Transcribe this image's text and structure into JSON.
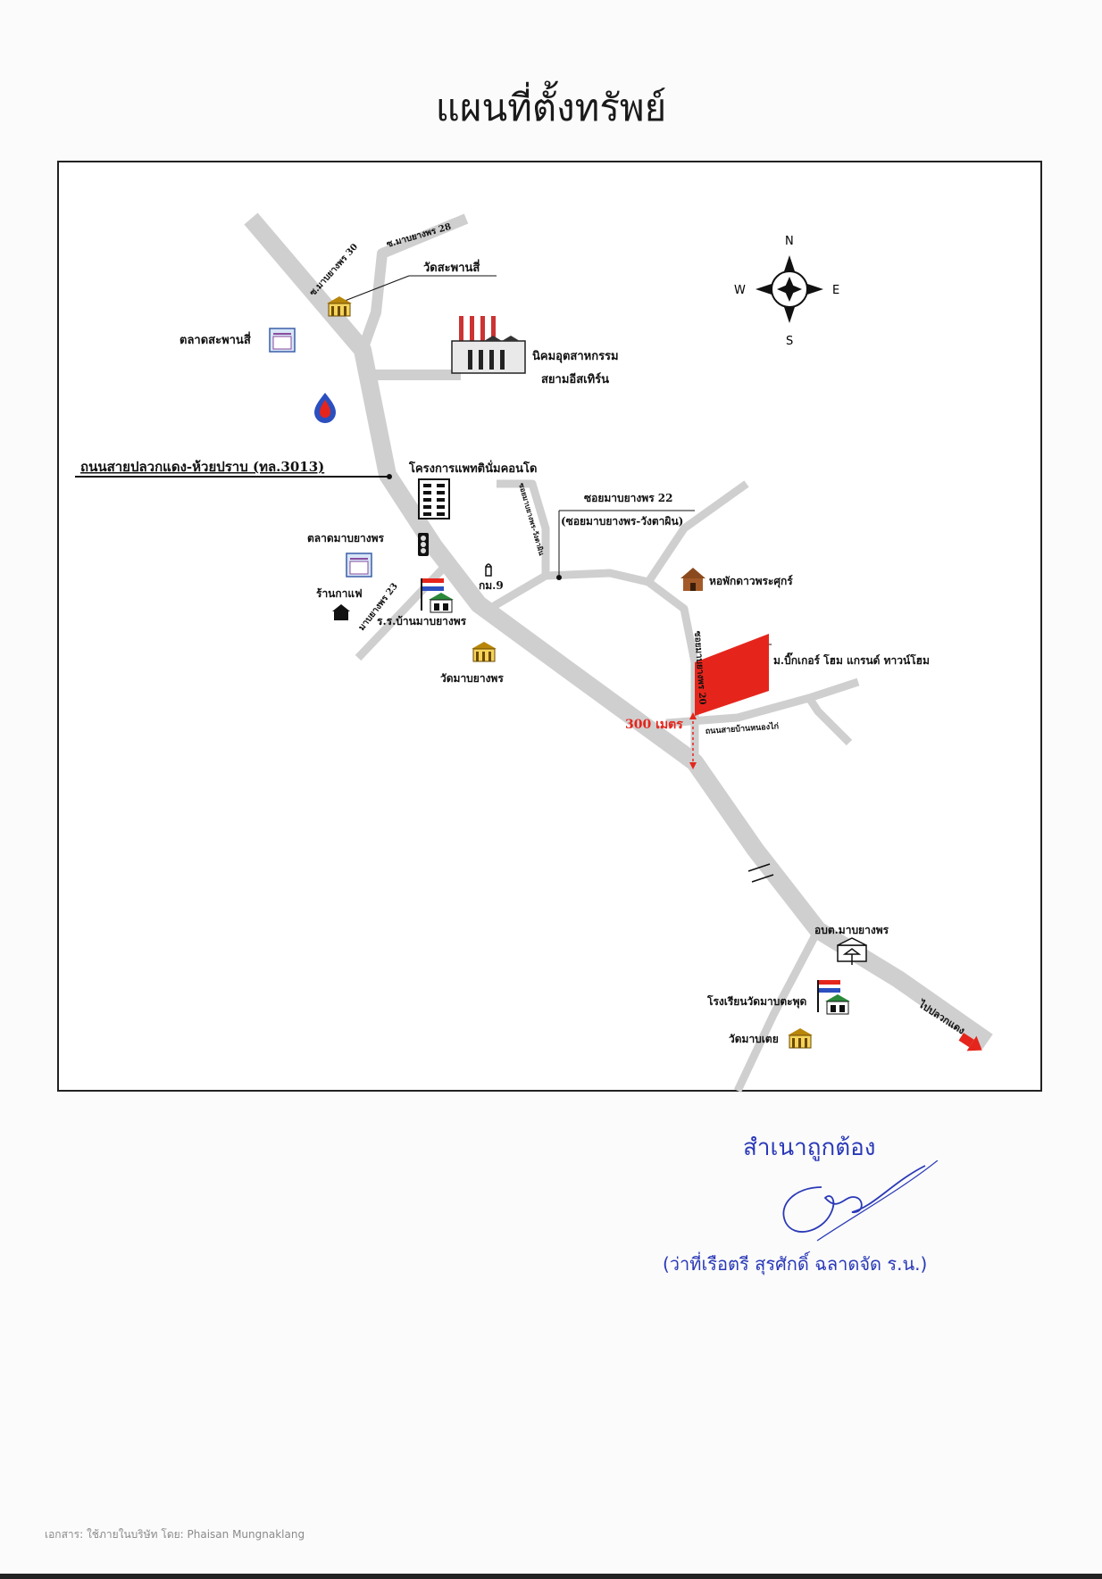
{
  "page": {
    "title": "แผนที่ตั้งทรัพย์"
  },
  "compass": {
    "n": "N",
    "s": "S",
    "e": "E",
    "w": "W"
  },
  "roads": {
    "soi_30": "ซ.มาบยางพร 30",
    "soi_28": "ซ.มาบยางพร 28",
    "main_road": "ถนนสายปลวกแดง-ห้วยปราบ (ทล.3013)",
    "soi_22": "ซอยมาบยางพร 22",
    "soi_22_alt": "(ซอยมาบยางพร-วังตาผิน)",
    "soi_23": "มาบยางพร 23",
    "soi_20": "ซอยมาบยางพร 20",
    "nong_kai": "ถนนสายบ้านหนองไก่",
    "small_road": "ซอยมาบยางพร-วังตาผิน",
    "to_pluak_daeng": "ไปปลวกแดง",
    "distance": "300 เมตร"
  },
  "places": {
    "wat_saphan_si": "วัดสะพานสี่",
    "talat_saphan_si": "ตลาดสะพานสี่",
    "industrial_estate_1": "นิคมอุตสาหกรรม",
    "industrial_estate_2": "สยามอีสเทิร์น",
    "condo_project": "โครงการแพทตินั่มคอนโด",
    "talat_map_yang_phon": "ตลาดมาบยางพร",
    "cafe": "ร้านกาแฟ",
    "km9": "กม.9",
    "school_map_yang_phon": "ร.ร.บ้านมาบยางพร",
    "wat_map_yang_phon": "วัดมาบยางพร",
    "dorm": "หอพักดาวพระศุกร์",
    "property": "ม.บิ๊กเกอร์ โฮม แกรนด์ ทาวน์โฮม",
    "obt": "อบต.มาบยางพร",
    "school_wat_map_khoi": "โรงเรียนวัดมาบตะพุด",
    "wat_map_khoi": "วัดมาบเตย"
  },
  "certification": {
    "text": "สำเนาถูกต้อง",
    "name": "(ว่าที่เรือตรี สุรศักดิ์ ฉลาดจัด ร.น.)"
  },
  "footer": {
    "note": "เอกสาร: ใช้ภายในบริษัท โดย: Phaisan Mungnaklang"
  },
  "colors": {
    "road": "#cfcfcf",
    "property": "#e5251c",
    "distance": "#e5251c",
    "signature_ink": "#2a39b8"
  }
}
